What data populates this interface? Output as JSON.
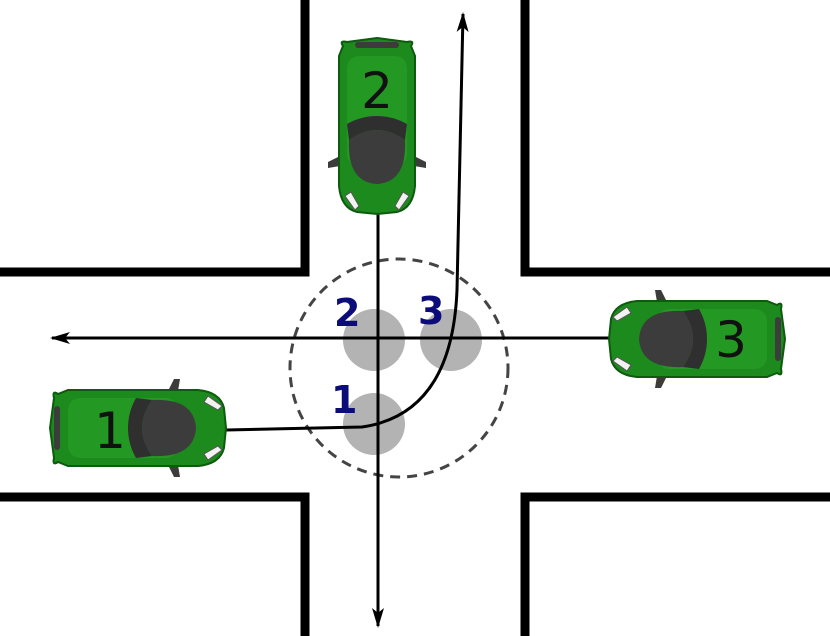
{
  "colors": {
    "car_body": "#1c8a1c",
    "car_body_light": "#2aa52a",
    "car_glass": "#3c3c3c",
    "road_edge": "#000000",
    "conflict_zone": "#b3b3b3",
    "zone_label": "#0b0b7a",
    "path": "#000000",
    "intersection_boundary": "#444444"
  },
  "cars": [
    {
      "id": "car-1",
      "label": "1",
      "heading": "east"
    },
    {
      "id": "car-2",
      "label": "2",
      "heading": "south"
    },
    {
      "id": "car-3",
      "label": "3",
      "heading": "west"
    }
  ],
  "conflict_zones": [
    {
      "id": "zone-1",
      "label": "1"
    },
    {
      "id": "zone-2",
      "label": "2"
    },
    {
      "id": "zone-3",
      "label": "3"
    }
  ]
}
